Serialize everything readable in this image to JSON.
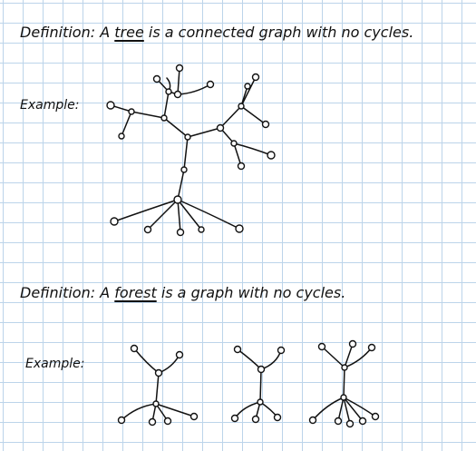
{
  "definition_tree": {
    "label": "Definition:",
    "pre": "A",
    "term": "tree",
    "post": "is a connected graph with no cycles."
  },
  "example_tree_label": "Example:",
  "definition_forest": {
    "label": "Definition:",
    "pre": "A",
    "term": "forest",
    "post": "is a graph with no cycles."
  },
  "example_forest_label": "Example:",
  "colors": {
    "ink": "#111111",
    "grid": "#bcd4ea",
    "paper": "#ffffff"
  }
}
